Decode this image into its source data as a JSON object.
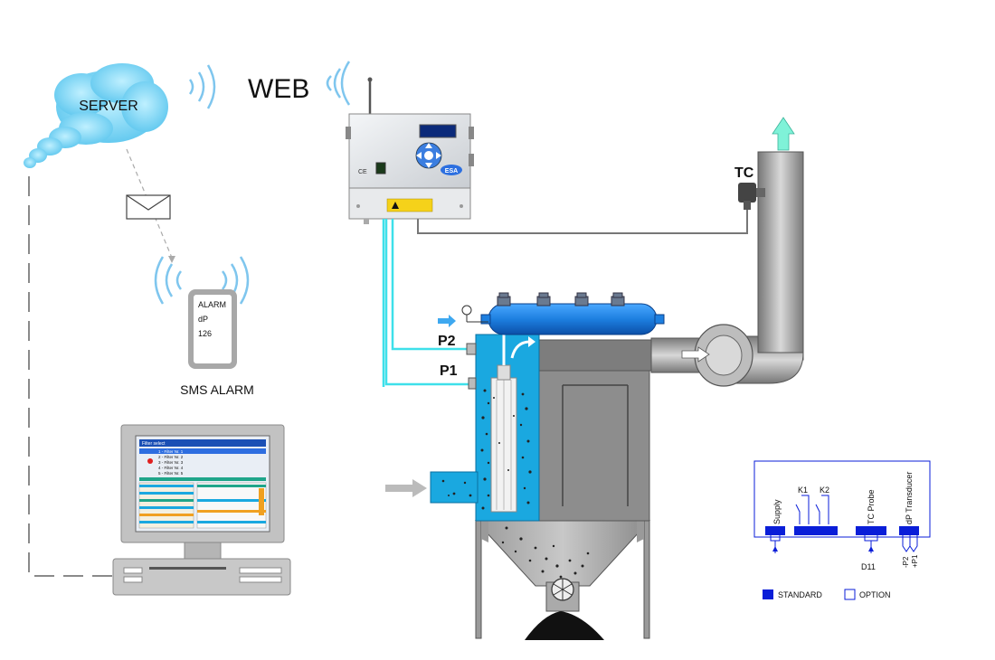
{
  "labels": {
    "server": "SERVER",
    "web": "WEB",
    "tc": "TC",
    "p1": "P1",
    "p2": "P2",
    "sms_alarm": "SMS ALARM"
  },
  "phone": {
    "line1": "ALARM",
    "line2": "dP",
    "line3": "126"
  },
  "controller": {
    "brand": "ESA",
    "ce_mark": "CE"
  },
  "monitor_screen": {
    "header": "Filter select",
    "rows": [
      "1 - Filter Nr. 1",
      "2 - Filter Nr. 2",
      "3 - Filter Nr. 3",
      "4 - Filter Nr. 4",
      "5 - Filter Nr. 5"
    ]
  },
  "terminal": {
    "supply": "Supply",
    "k1": "K1",
    "k2": "K2",
    "tc_probe": "TC Probe",
    "dp_transducer": "dP Transducer",
    "d11": "D11",
    "minus_p2": "-P2",
    "plus_p1": "+P1"
  },
  "legend": {
    "standard": "STANDARD",
    "option": "OPTION"
  },
  "colors": {
    "cyan_line": "#3ee0ea",
    "filter_blue": "#1aa8e0",
    "tank_blue": "#1d7fe0",
    "body_grey": "#8d8d8d",
    "terminal_blue": "#0a1ed8",
    "cloud": "#7fd6f3"
  }
}
